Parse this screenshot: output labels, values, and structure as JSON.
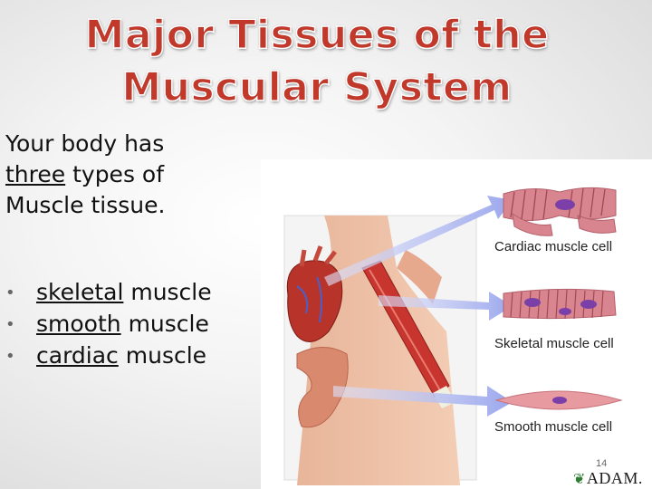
{
  "title": {
    "line1": "Major Tissues of the",
    "line2": "Muscular System"
  },
  "intro": {
    "part1": "Your body has",
    "underlined": "three",
    "part2": "types of",
    "part3": "Muscle tissue."
  },
  "bullets": [
    {
      "marker": "•",
      "underlined": "skeletal",
      "rest": " muscle"
    },
    {
      "marker": "•",
      "underlined": "smooth",
      "rest": " muscle"
    },
    {
      "marker": "•",
      "underlined": "cardiac",
      "rest": " muscle"
    }
  ],
  "figure": {
    "labels": {
      "cardiac": "Cardiac muscle cell",
      "skeletal": "Skeletal muscle cell",
      "smooth": "Smooth muscle cell"
    },
    "page_number": "14",
    "logo_text": "ADAM.",
    "logo_icon": "leaf-icon"
  },
  "colors": {
    "title": "#c0392b",
    "muscle": "#d9858f",
    "nucleus": "#7b3fa8",
    "arrow": "#b7bff0"
  }
}
